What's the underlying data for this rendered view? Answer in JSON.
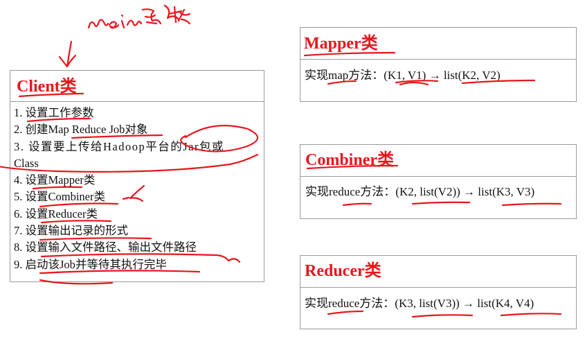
{
  "client": {
    "title": "Client类",
    "items": [
      "1. 设置工作参数",
      "2. 创建Map Reduce Job对象",
      "3. 设置要上传给Hadoop平台的Jar包或",
      "Class",
      "4. 设置Mapper类",
      "5. 设置Combiner类",
      "6. 设置Reducer类",
      "7. 设置输出记录的形式",
      "8. 设置输入文件路径、输出文件路径",
      "9. 启动该Job并等待其执行完毕"
    ]
  },
  "mapper": {
    "title": "Mapper类",
    "method": "实现map方法：(K1, V1) → list(K2, V2)"
  },
  "combiner": {
    "title": "Combiner类",
    "method": "实现reduce方法：(K2, list(V2)) → list(K3, V3)"
  },
  "reducer": {
    "title": "Reducer类",
    "method": "实现reduce方法：(K3, list(V3)) → list(K4, V4)"
  },
  "annotation": {
    "handwritten_text": "main函数",
    "ink_color": "#e8161c"
  }
}
